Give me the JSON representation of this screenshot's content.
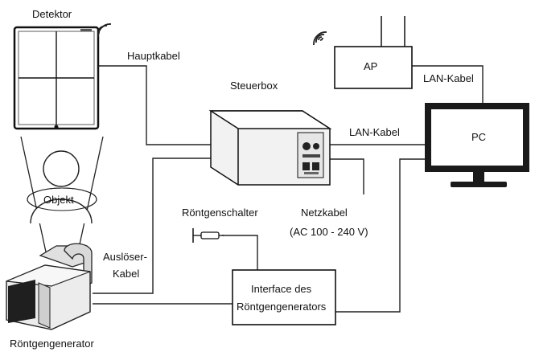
{
  "labels": {
    "detector": "Detektor",
    "main_cable": "Hauptkabel",
    "control_box": "Steuerbox",
    "ap": "AP",
    "lan_cable_top": "LAN-Kabel",
    "lan_cable_mid": "LAN-Kabel",
    "pc": "PC",
    "object": "Objekt",
    "xray_switch": "Röntgenschalter",
    "power_cable_line1": "Netzkabel",
    "power_cable_line2": "(AC 100 - 240 V)",
    "trigger_cable_line1": "Auslöser-",
    "trigger_cable_line2": "Kabel",
    "interface_line1": "Interface des",
    "interface_line2": "Röntgengenerators",
    "xray_generator": "Röntgengenerator"
  },
  "icons": {
    "wireless_detector": "wifi-icon",
    "wireless_ap": "wifi-icon"
  },
  "colors": {
    "line": "#222222",
    "device_fill": "#ffffff",
    "device_shade": "#d9d9d9",
    "monitor_frame": "#1a1a1a"
  }
}
